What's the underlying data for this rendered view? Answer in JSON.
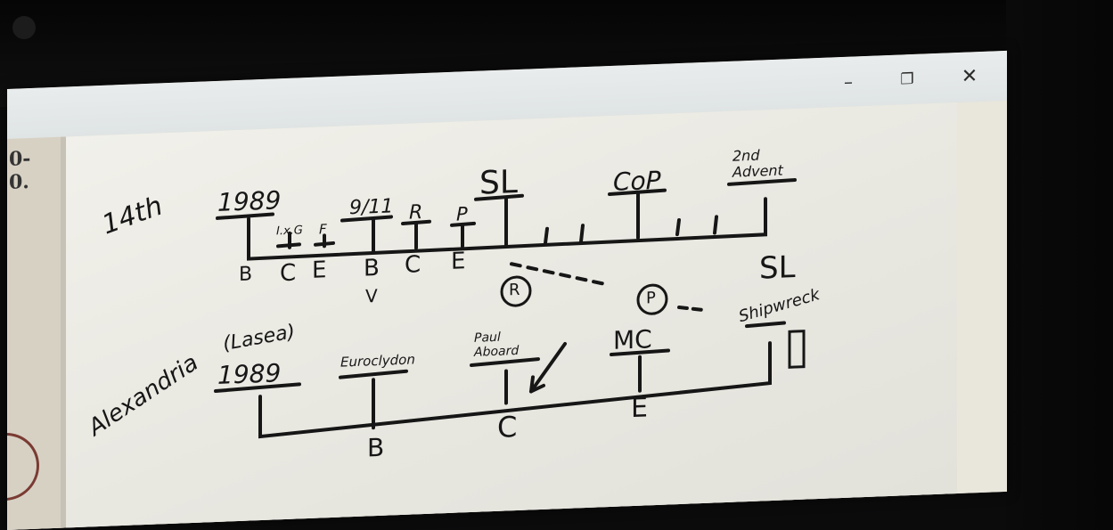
{
  "window": {
    "controls": {
      "minimize": "–",
      "maximize": "❐",
      "close": "✕"
    }
  },
  "side_panel": {
    "line1": "0-",
    "line2": "0."
  },
  "whiteboard": {
    "top_timeline": {
      "label": "14th",
      "milestones": {
        "start": "1989",
        "m1": "I.x.G",
        "m2": "F",
        "m3": "9/11",
        "m4": "R",
        "m5": "P",
        "m6": "SL",
        "m7": "CoP",
        "m8": "2nd Advent"
      },
      "letters": {
        "l1": "B",
        "l2": "C",
        "l3": "E",
        "l4": "B",
        "l5": "C",
        "l6": "E"
      },
      "arrow": "V"
    },
    "bottom_timeline": {
      "label": "Alexandria",
      "start_note": "(Lasea)",
      "start_year": "1989",
      "m1": "Euroclydon",
      "m2": "Paul Aboard",
      "m3": "MC",
      "m4": "SL",
      "m5": "Shipwreck",
      "circle_r": "R",
      "circle_p": "P",
      "letters": {
        "b": "B",
        "c": "C",
        "e": "E"
      }
    }
  }
}
